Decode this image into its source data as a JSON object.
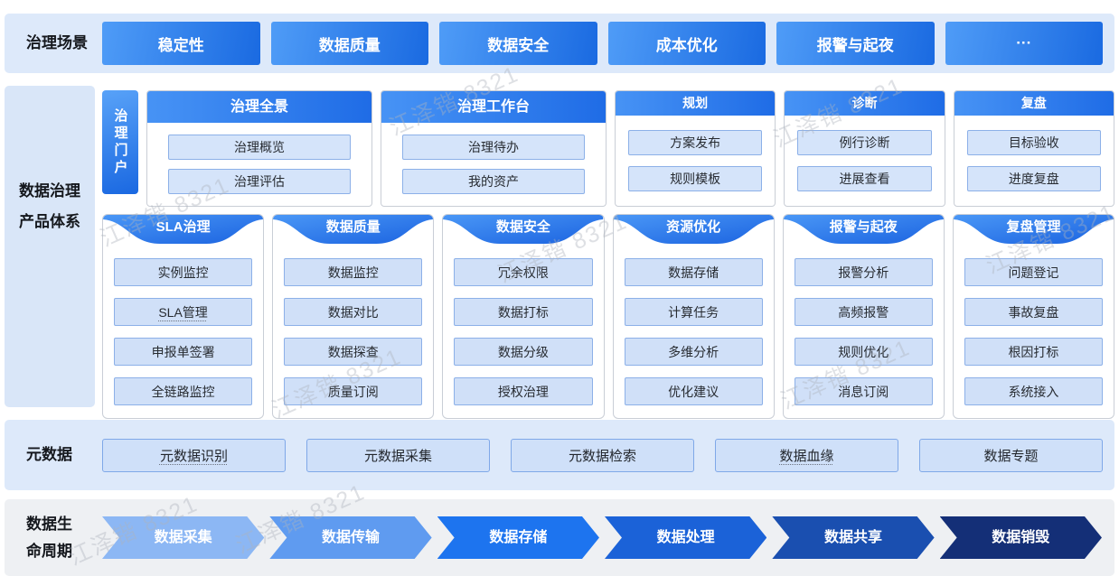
{
  "watermark": {
    "text": "江泽锴 8321"
  },
  "colors": {
    "primary_blue": "#1f6ce6",
    "band_blue": "#dde9fa",
    "band_gray": "#eef0f3",
    "pill_bg": "#d5e4fa",
    "pill_border": "#8cb0e8"
  },
  "scenarios": {
    "label": "治理场景",
    "items": [
      "稳定性",
      "数据质量",
      "数据安全",
      "成本优化",
      "报警与起夜",
      "···"
    ]
  },
  "product_system": {
    "label_line1": "数据治理",
    "label_line2": "产品体系",
    "portal": {
      "tab": "治理门户",
      "large_cards": [
        {
          "title": "治理全景",
          "items": [
            "治理概览",
            "治理评估"
          ]
        },
        {
          "title": "治理工作台",
          "items": [
            "治理待办",
            "我的资产"
          ]
        }
      ],
      "small_cards": [
        {
          "title": "规划",
          "items": [
            "方案发布",
            "规则模板"
          ]
        },
        {
          "title": "诊断",
          "items": [
            "例行诊断",
            "进展查看"
          ]
        },
        {
          "title": "复盘",
          "items": [
            "目标验收",
            "进度复盘"
          ]
        }
      ]
    },
    "modules": [
      {
        "title": "SLA治理",
        "items": [
          "实例监控",
          "SLA管理",
          "申报单签署",
          "全链路监控"
        ]
      },
      {
        "title": "数据质量",
        "items": [
          "数据监控",
          "数据对比",
          "数据探查",
          "质量订阅"
        ]
      },
      {
        "title": "数据安全",
        "items": [
          "冗余权限",
          "数据打标",
          "数据分级",
          "授权治理"
        ]
      },
      {
        "title": "资源优化",
        "items": [
          "数据存储",
          "计算任务",
          "多维分析",
          "优化建议"
        ]
      },
      {
        "title": "报警与起夜",
        "items": [
          "报警分析",
          "高频报警",
          "规则优化",
          "消息订阅"
        ]
      },
      {
        "title": "复盘管理",
        "items": [
          "问题登记",
          "事故复盘",
          "根因打标",
          "系统接入"
        ]
      }
    ]
  },
  "metadata": {
    "label": "元数据",
    "items": [
      "元数据识别",
      "元数据采集",
      "元数据检索",
      "数据血缘",
      "数据专题"
    ]
  },
  "lifecycle": {
    "label_line1": "数据生",
    "label_line2": "命周期",
    "stages": [
      {
        "label": "数据采集",
        "color": "#8cb7f4"
      },
      {
        "label": "数据传输",
        "color": "#5f9bf0"
      },
      {
        "label": "数据存储",
        "color": "#1d74ef"
      },
      {
        "label": "数据处理",
        "color": "#1b62d8"
      },
      {
        "label": "数据共享",
        "color": "#1a4fb0"
      },
      {
        "label": "数据销毁",
        "color": "#142f77"
      }
    ]
  }
}
